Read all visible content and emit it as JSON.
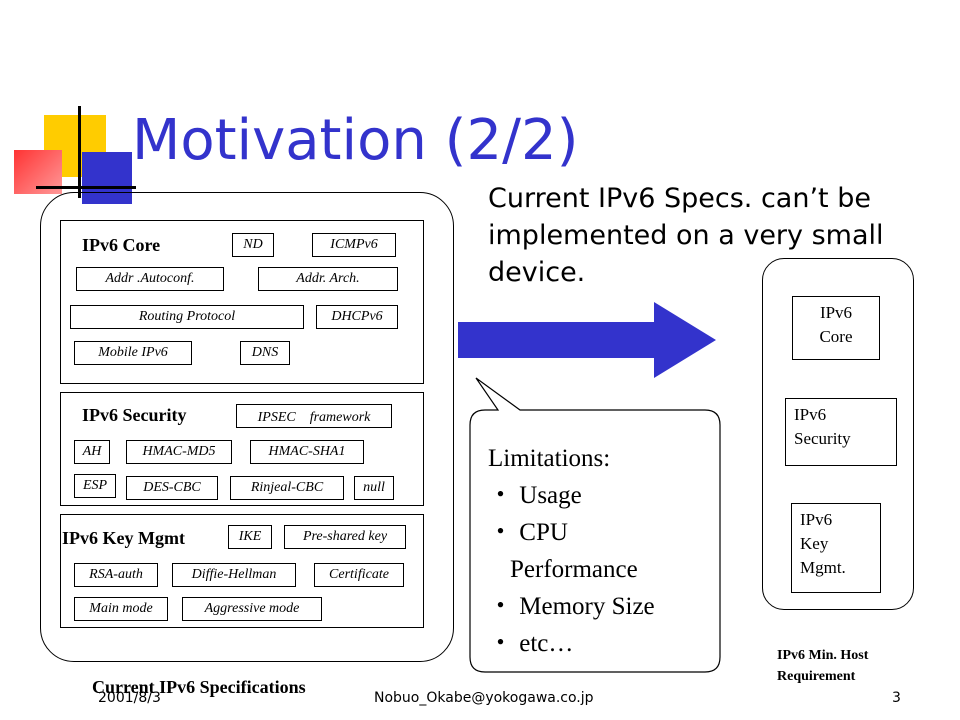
{
  "slide": {
    "title": "Motivation (2/2)",
    "note": "Current IPv6 Specs. can’t be implemented on a very small device."
  },
  "left_panel": {
    "caption": "Current IPv6 Specifications",
    "core": {
      "title": "IPv6 Core",
      "items": [
        "ND",
        "ICMPv6",
        "Addr .Autoconf.",
        "Addr. Arch.",
        "Routing Protocol",
        "DHCPv6",
        "Mobile IPv6",
        "DNS"
      ]
    },
    "security": {
      "title": "IPv6 Security",
      "items": [
        "IPSEC　framework",
        "AH",
        "HMAC-MD5",
        "HMAC-SHA1",
        "ESP",
        "DES-CBC",
        "Rinjeal-CBC",
        "null"
      ]
    },
    "keymgmt": {
      "title": "IPv6 Key Mgmt",
      "items": [
        "IKE",
        "Pre-shared key",
        "RSA-auth",
        "Diffie-Hellman",
        "Certificate",
        "Main mode",
        "Aggressive mode"
      ]
    }
  },
  "callout": {
    "heading": "Limitations:",
    "bullet": "・",
    "items": [
      "Usage",
      "CPU",
      "Performance",
      "Memory Size",
      "etc…"
    ]
  },
  "right_panel": {
    "core": [
      "IPv6",
      "Core"
    ],
    "security": [
      "IPv6",
      "Security"
    ],
    "keymgmt": [
      "IPv6",
      "Key",
      "Mgmt."
    ],
    "caption": [
      "IPv6 Min. Host",
      "Requirement"
    ]
  },
  "footer": {
    "date": "2001/8/3",
    "author": "Nobuo_Okabe@yokogawa.co.jp",
    "page": "3"
  },
  "colors": {
    "title": "#3333cc",
    "arrow": "#3333cc",
    "deco_yellow": "#ffcc00",
    "deco_blue": "#3333cc",
    "deco_red": "#ff3333"
  }
}
